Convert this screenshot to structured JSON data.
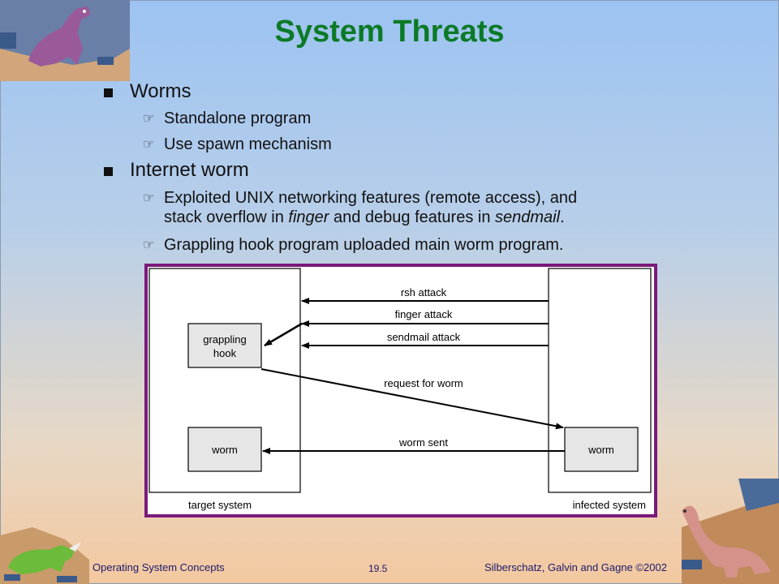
{
  "slide": {
    "title": "System Threats",
    "bullets": [
      {
        "text": "Worms",
        "sub": [
          "Standalone program",
          "Use spawn mechanism"
        ]
      },
      {
        "text": "Internet worm",
        "sub_rich": [
          {
            "pre": "Exploited UNIX networking features (remote access), and",
            "line2_pre": "stack overflow in ",
            "em1": "finger",
            "mid": " and debug features in ",
            "em2": "sendmail",
            "post": "."
          },
          {
            "pre": "Grappling hook program uploaded main worm program."
          }
        ]
      }
    ],
    "sub_bullet_glyph": "☞"
  },
  "diagram": {
    "labels": {
      "rsh_attack": "rsh attack",
      "finger_attack": "finger attack",
      "sendmail_attack": "sendmail attack",
      "request_for_worm": "request for worm",
      "worm_sent": "worm sent",
      "grappling_hook_1": "grappling",
      "grappling_hook_2": "hook",
      "worm_left": "worm",
      "worm_right": "worm",
      "target_system": "target system",
      "infected_system": "infected system"
    },
    "colors": {
      "border": "#7a1a7a",
      "box": "#e6e6e6"
    }
  },
  "footer": {
    "left": "Operating System Concepts",
    "center": "19.5",
    "right": "Silberschatz, Galvin and Gagne ©2002"
  },
  "decor": {
    "top_left_icon": "dinosaur-trex-icon",
    "bottom_left_icon": "dinosaur-triceratops-icon",
    "bottom_right_icon": "dinosaur-brontosaurus-icon"
  }
}
